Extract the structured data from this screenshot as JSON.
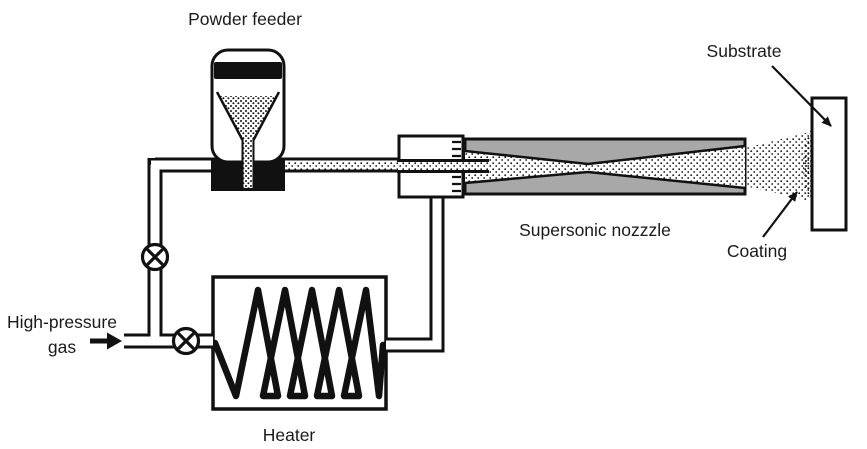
{
  "labels": {
    "powder_feeder": "Powder feeder",
    "substrate": "Substrate",
    "supersonic_nozzle": "Supersonic nozzzle",
    "coating": "Coating",
    "high_pressure_gas_line1": "High-pressure",
    "high_pressure_gas_line2": "gas",
    "heater": "Heater"
  },
  "colors": {
    "line": "#111111",
    "nozzle_body": "#a8a8a8",
    "background": "#ffffff"
  }
}
